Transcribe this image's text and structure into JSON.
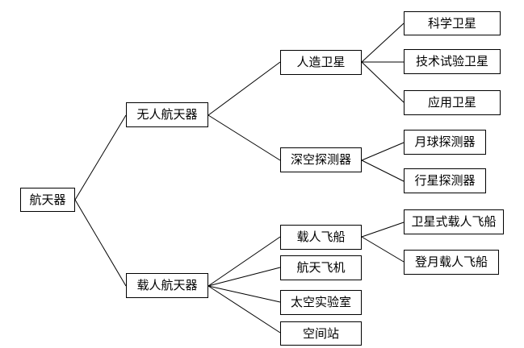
{
  "tree": {
    "root": "航天器",
    "unmanned": {
      "label": "无人航天器",
      "satellites": {
        "label": "人造卫星",
        "children": [
          "科学卫星",
          "技术试验卫星",
          "应用卫星"
        ]
      },
      "deep_space": {
        "label": "深空探测器",
        "children": [
          "月球探测器",
          "行星探测器"
        ]
      }
    },
    "manned": {
      "label": "载人航天器",
      "spacecraft": {
        "label": "载人飞船",
        "children": [
          "卫星式载人飞船",
          "登月载人飞船"
        ]
      },
      "shuttle": "航天飞机",
      "lab": "太空实验室",
      "station": "空间站"
    }
  }
}
